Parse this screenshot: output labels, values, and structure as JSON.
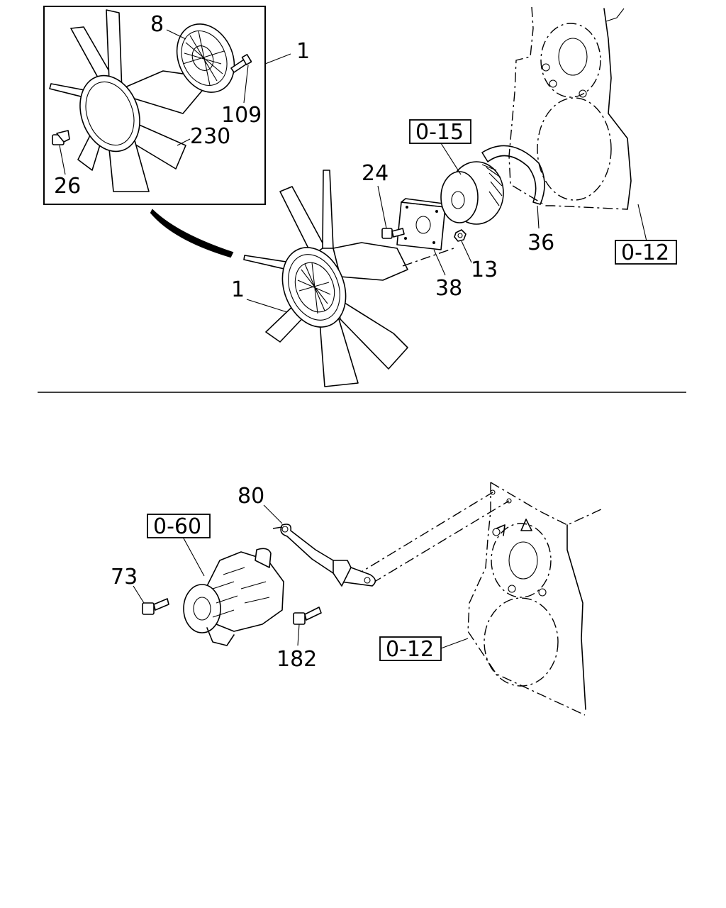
{
  "top_section": {
    "inset": {
      "labels": {
        "fan_clutch": "8",
        "fan_assy": "1",
        "stud_bolt": "109",
        "fan_blade": "230",
        "bolt": "26"
      }
    },
    "labels": {
      "bolt": "24",
      "ref_pulley": "0-15",
      "fan_assy": "1",
      "spacer": "38",
      "nut": "13",
      "shroud": "36",
      "ref_housing": "0-12"
    }
  },
  "bottom_section": {
    "labels": {
      "bracket": "80",
      "ref_pump": "0-60",
      "bolt_pump": "73",
      "bolt_bracket": "182",
      "ref_housing": "0-12"
    }
  }
}
